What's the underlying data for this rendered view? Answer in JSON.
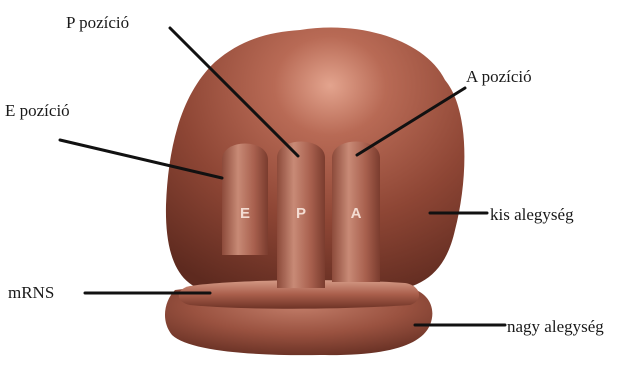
{
  "labels": {
    "p_site": "P pozíció",
    "a_site": "A pozíció",
    "e_site": "E pozíció",
    "small_subunit": "kis alegység",
    "mrna": "mRNS",
    "large_subunit": "nagy alegység"
  },
  "slots": {
    "e": "E",
    "p": "P",
    "a": "A"
  }
}
